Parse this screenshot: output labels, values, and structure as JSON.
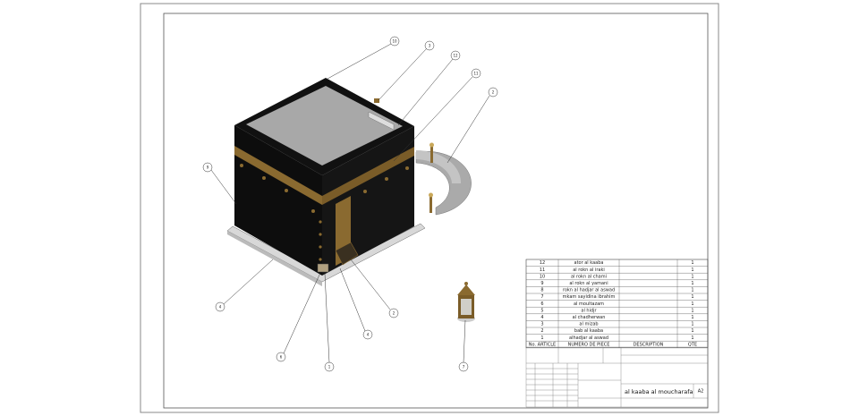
{
  "parts_list": {
    "headers": [
      "No. ARTICLE",
      "NUMERO DE PIECE",
      "DESCRIPTION",
      "QTE"
    ],
    "rows": [
      {
        "item": "12",
        "name": "ator al kaaba",
        "description": "",
        "qty": "1"
      },
      {
        "item": "11",
        "name": "al rokn al iraki",
        "description": "",
        "qty": "1"
      },
      {
        "item": "10",
        "name": "al rokn al chami",
        "description": "",
        "qty": "1"
      },
      {
        "item": "9",
        "name": "al rokn al yamani",
        "description": "",
        "qty": "1"
      },
      {
        "item": "8",
        "name": "rokn al hadjar al aswad",
        "description": "",
        "qty": "1"
      },
      {
        "item": "7",
        "name": "mkam sayidina ibrahim",
        "description": "",
        "qty": "1"
      },
      {
        "item": "6",
        "name": "al moultazam",
        "description": "",
        "qty": "1"
      },
      {
        "item": "5",
        "name": "al hidjr",
        "description": "",
        "qty": "1"
      },
      {
        "item": "4",
        "name": "al chadherwan",
        "description": "",
        "qty": "1"
      },
      {
        "item": "3",
        "name": "al mizab",
        "description": "",
        "qty": "1"
      },
      {
        "item": "2",
        "name": "bab al kaaba",
        "description": "",
        "qty": "1"
      },
      {
        "item": "1",
        "name": "alhadjar al aswad",
        "description": "",
        "qty": "1"
      }
    ]
  },
  "title_block": {
    "title": "al kaaba al moucharafa",
    "size": "A2"
  },
  "balloons": [
    "10",
    "3",
    "12",
    "11",
    "2",
    "9",
    "4",
    "6",
    "1",
    "4",
    "2",
    "7"
  ],
  "colors": {
    "kaaba": "#0d0d0d",
    "gold": "#8a6a30",
    "roof": "#a8a8a8",
    "base": "#d8d8d8"
  }
}
